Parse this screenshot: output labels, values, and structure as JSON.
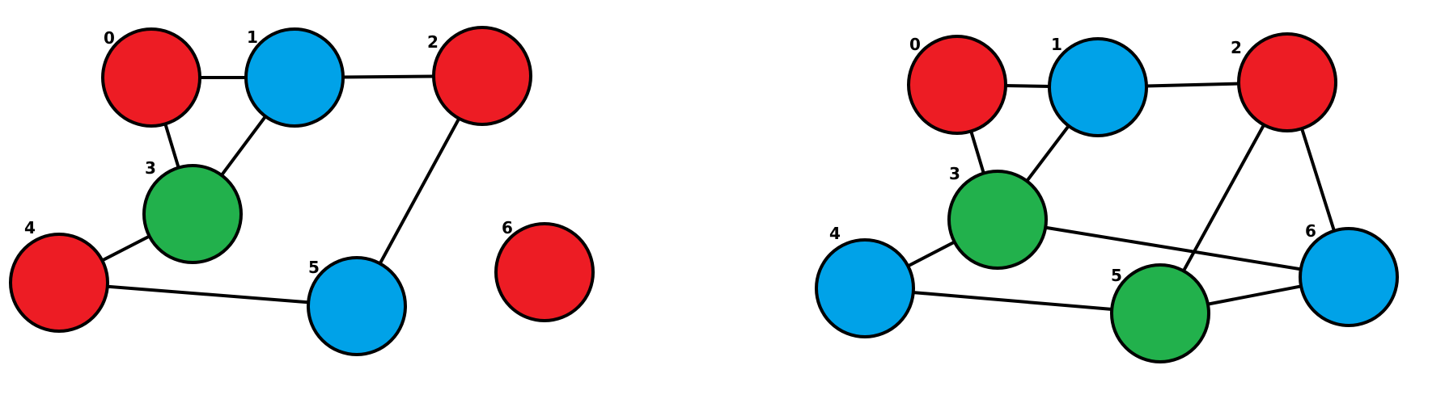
{
  "colors": {
    "red": "#ed1c24",
    "blue": "#00a2e8",
    "green": "#22b14c",
    "edge": "#000000",
    "background": "#ffffff"
  },
  "graphs": [
    {
      "nodes": [
        {
          "id": "0",
          "label": "0",
          "color": "red"
        },
        {
          "id": "1",
          "label": "1",
          "color": "blue"
        },
        {
          "id": "2",
          "label": "2",
          "color": "red"
        },
        {
          "id": "3",
          "label": "3",
          "color": "green"
        },
        {
          "id": "4",
          "label": "4",
          "color": "red"
        },
        {
          "id": "5",
          "label": "5",
          "color": "blue"
        },
        {
          "id": "6",
          "label": "6",
          "color": "red"
        }
      ],
      "edges": [
        [
          "0",
          "1"
        ],
        [
          "1",
          "2"
        ],
        [
          "0",
          "3"
        ],
        [
          "1",
          "3"
        ],
        [
          "3",
          "4"
        ],
        [
          "4",
          "5"
        ],
        [
          "2",
          "5"
        ]
      ]
    },
    {
      "nodes": [
        {
          "id": "0",
          "label": "0",
          "color": "red"
        },
        {
          "id": "1",
          "label": "1",
          "color": "blue"
        },
        {
          "id": "2",
          "label": "2",
          "color": "red"
        },
        {
          "id": "3",
          "label": "3",
          "color": "green"
        },
        {
          "id": "4",
          "label": "4",
          "color": "blue"
        },
        {
          "id": "5",
          "label": "5",
          "color": "green"
        },
        {
          "id": "6",
          "label": "6",
          "color": "blue"
        }
      ],
      "edges": [
        [
          "0",
          "1"
        ],
        [
          "1",
          "2"
        ],
        [
          "0",
          "3"
        ],
        [
          "1",
          "3"
        ],
        [
          "3",
          "4"
        ],
        [
          "4",
          "5"
        ],
        [
          "2",
          "5"
        ],
        [
          "3",
          "6"
        ],
        [
          "2",
          "6"
        ],
        [
          "5",
          "6"
        ]
      ]
    }
  ]
}
